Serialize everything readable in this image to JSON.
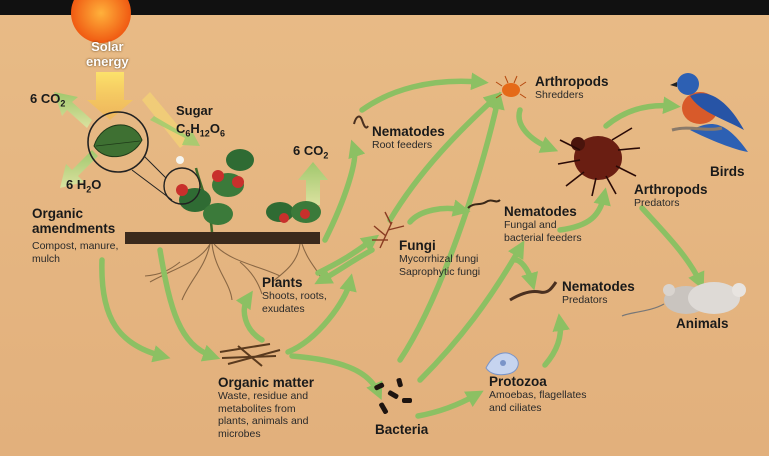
{
  "solar": {
    "line1": "Solar",
    "line2": "energy"
  },
  "co2_left": {
    "prefix": "6 CO",
    "sub": "2"
  },
  "co2_right": {
    "prefix": "6 CO",
    "sub": "2"
  },
  "h2o": {
    "prefix": "6 H",
    "sub": "2",
    "suffix": "O"
  },
  "sugar": {
    "title": "Sugar",
    "c": "C",
    "c_n": "6",
    "h": "H",
    "h_n": "12",
    "o": "O",
    "o_n": "6"
  },
  "organic_amendments": {
    "line1": "Organic",
    "line2": "amendments",
    "desc1": "Compost, manure,",
    "desc2": "mulch"
  },
  "plants": {
    "title": "Plants",
    "desc1": "Shoots, roots,",
    "desc2": "exudates"
  },
  "organic_matter": {
    "title": "Organic matter",
    "desc1": "Waste, residue and",
    "desc2": "metabolites from",
    "desc3": "plants, animals and",
    "desc4": "microbes"
  },
  "nematodes_root": {
    "title": "Nematodes",
    "desc": "Root feeders"
  },
  "fungi": {
    "title": "Fungi",
    "desc1": "Mycorrhizal fungi",
    "desc2": "Saprophytic fungi"
  },
  "nematodes_fungal": {
    "title": "Nematodes",
    "desc1": "Fungal and",
    "desc2": "bacterial feeders"
  },
  "arthropods_shredders": {
    "title": "Arthropods",
    "desc": "Shredders"
  },
  "arthropods_predators": {
    "title": "Arthropods",
    "desc": "Predators"
  },
  "nematodes_predators": {
    "title": "Nematodes",
    "desc": "Predators"
  },
  "birds": {
    "title": "Birds"
  },
  "animals": {
    "title": "Animals"
  },
  "protozoa": {
    "title": "Protozoa",
    "desc1": "Amoebas, flagellates",
    "desc2": "and ciliates"
  },
  "bacteria": {
    "title": "Bacteria"
  },
  "colors": {
    "background": "#e5b583",
    "arrow": "#8cc063",
    "top_bar": "#111111",
    "sun": "#f57d18"
  }
}
